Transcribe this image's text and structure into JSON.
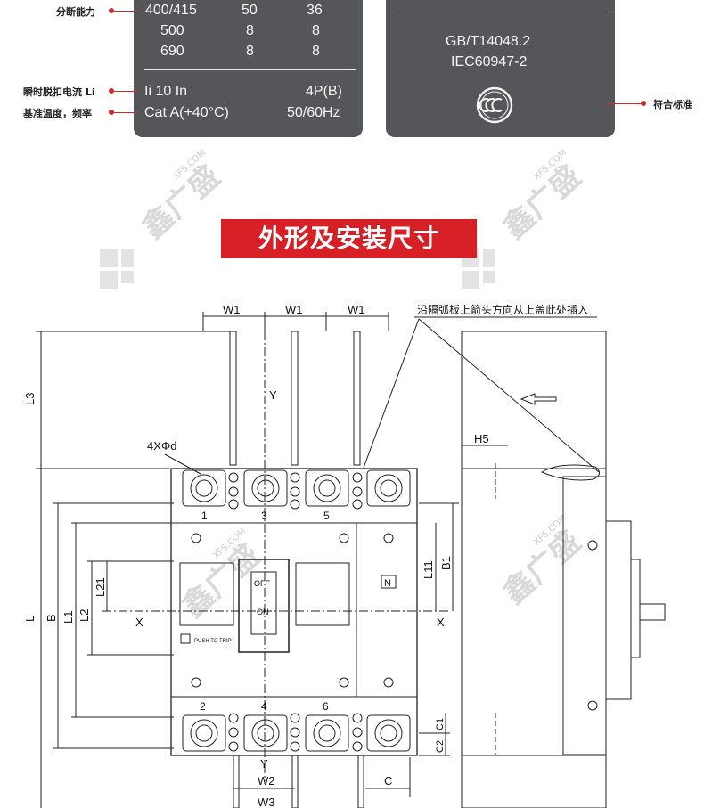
{
  "spec_panel_left": {
    "rows": [
      {
        "voltage": "400/415",
        "icu": "50",
        "ics": "36"
      },
      {
        "voltage": "500",
        "icu": "8",
        "ics": "8"
      },
      {
        "voltage": "690",
        "icu": "8",
        "ics": "8"
      }
    ],
    "trip_current": "Ii 10 In",
    "poles": "4P(B)",
    "category_temp": "Cat A(+40°C)",
    "frequency": "50/60Hz"
  },
  "spec_panel_right": {
    "standard_1": "GB/T14048.2",
    "standard_2": "IEC60947-2",
    "cert_mark": "CCC"
  },
  "side_labels": {
    "breaking_capacity": "分断能力",
    "instant_trip_current": "瞬时脱扣电流 Li",
    "ref_temp_freq": "基准温度，频率",
    "compliance_standard": "符合标准"
  },
  "section_title": "外形及安装尺寸",
  "watermark": {
    "brand": "鑫广盛",
    "site": "XFS.COM"
  },
  "drawing": {
    "labels": {
      "w1": "W1",
      "w2": "W2",
      "w3": "W3",
      "y": "Y",
      "x": "X",
      "l": "L",
      "l1": "L1",
      "l2": "L2",
      "l3": "L3",
      "l11": "L11",
      "l21": "L21",
      "b": "B",
      "b1": "B1",
      "c": "C",
      "c1": "C1",
      "c2": "C2",
      "h5": "H5",
      "holes": "4XΦd",
      "insert_note": "沿隔弧板上箭头方向从上盖此处插入",
      "term_1": "1",
      "term_3": "3",
      "term_5": "5",
      "term_2": "2",
      "term_4": "4",
      "term_6": "6",
      "neutral": "N",
      "off": "OFF",
      "on": "ON",
      "push_to_trip": "PUSH TO TRIP"
    }
  }
}
